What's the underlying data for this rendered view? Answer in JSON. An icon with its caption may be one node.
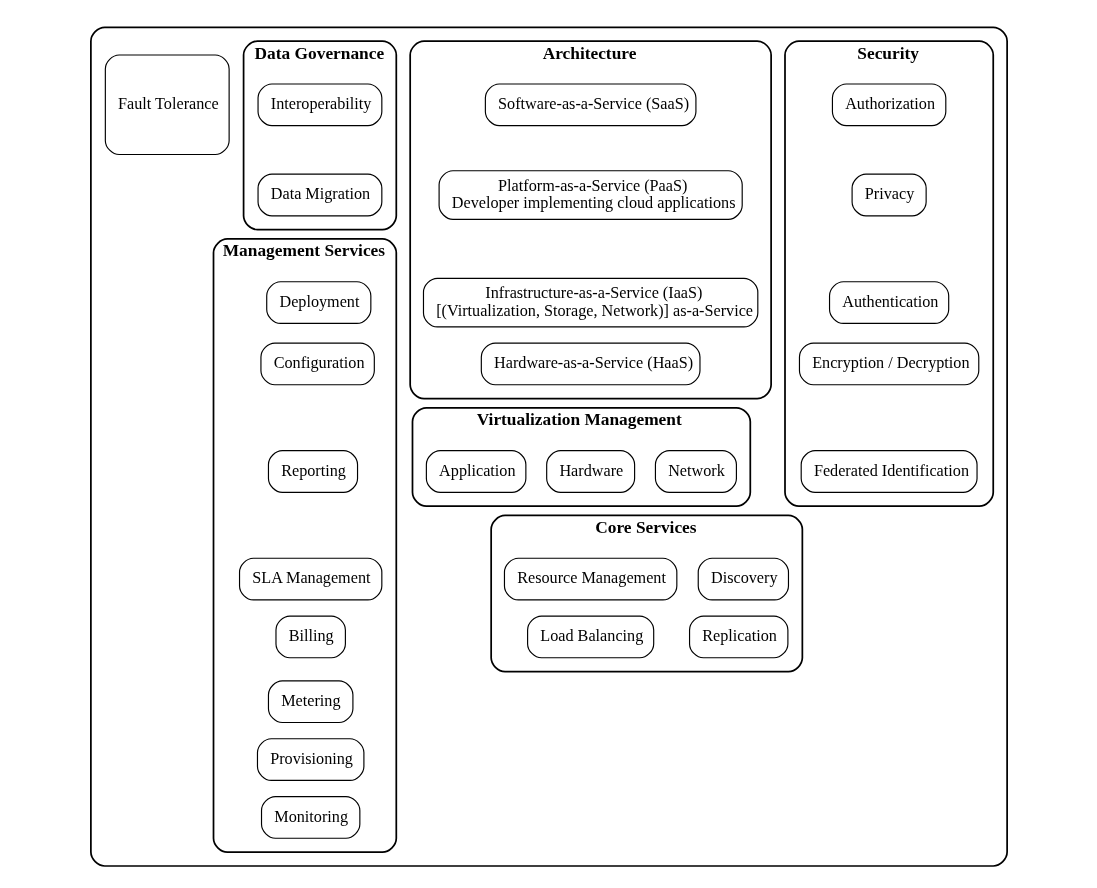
{
  "diagram": {
    "nodes": [
      {
        "text": [],
        "shape": "box"
      },
      {
        "text": [
          "Security"
        ],
        "in": 0
      },
      {
        "text": [
          "Authorization"
        ],
        "in": 1
      },
      {
        "text": [
          "Privacy"
        ],
        "in": 1
      },
      {
        "text": [
          "Authentication"
        ],
        "in": 1
      },
      {
        "text": [
          "Encryption / Decryption"
        ],
        "in": 1
      },
      {
        "text": [
          "Federated Identification"
        ],
        "in": 1
      },
      {
        "text": [
          "Architecture"
        ],
        "in": 0
      },
      {
        "text": [
          "Software-as-a-Service (SaaS)"
        ],
        "in": 7
      },
      {
        "text": [
          "Platform-as-a-Service (PaaS)",
          "Developer implementing cloud applications"
        ],
        "in": 7
      },
      {
        "text": [
          "Infrastructure-as-a-Service (IaaS)",
          "[(Virtualization, Storage, Network)] as-a-Service"
        ],
        "in": 7
      },
      {
        "text": [
          "Hardware-as-a-Service (HaaS)"
        ],
        "in": 7
      },
      {
        "text": [
          "Virtualization Management"
        ],
        "in": 0
      },
      {
        "text": [
          "Network"
        ],
        "in": 12
      },
      {
        "text": [
          "Hardware"
        ],
        "in": 12
      },
      {
        "text": [
          "Application"
        ],
        "in": 12
      },
      {
        "text": [
          "Core Services"
        ],
        "in": 0
      },
      {
        "text": [
          "Discovery"
        ],
        "in": 16
      },
      {
        "text": [
          "Resource Management"
        ],
        "in": 16
      },
      {
        "text": [
          "Replication"
        ],
        "in": 16
      },
      {
        "text": [
          "Load Balancing"
        ],
        "in": 16
      },
      {
        "text": [
          "Fault Tolerance"
        ],
        "in": 0
      },
      {
        "text": [
          "Data Governance"
        ],
        "in": 0
      },
      {
        "text": [
          "Interoperability"
        ],
        "in": 22
      },
      {
        "text": [
          "Data Migration"
        ],
        "in": 22
      },
      {
        "text": [
          "Management Services"
        ],
        "in": 0
      },
      {
        "text": [
          "Deployment"
        ],
        "in": 25
      },
      {
        "text": [
          "Configuration"
        ],
        "in": 25
      },
      {
        "text": [
          "Reporting"
        ],
        "in": 25
      },
      {
        "text": [
          "SLA Management"
        ],
        "in": 25
      },
      {
        "text": [
          "Billing"
        ],
        "in": 25
      },
      {
        "text": [
          "Metering"
        ],
        "in": 25
      },
      {
        "text": [
          "Provisioning"
        ],
        "in": 25
      },
      {
        "text": [
          "Monitoring"
        ],
        "in": 25
      }
    ]
  }
}
